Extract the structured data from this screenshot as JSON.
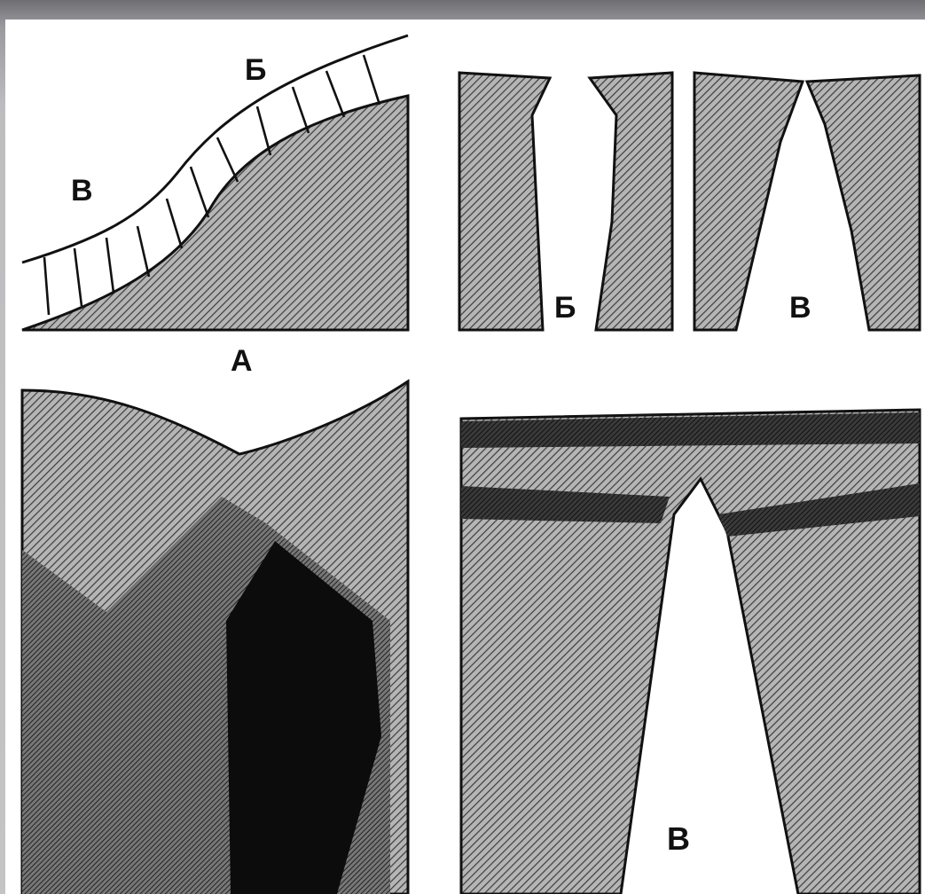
{
  "figure": {
    "panel_a": {
      "caption": "А",
      "label_b": "Б",
      "label_v": "В"
    },
    "panel_b": {
      "label": "Б"
    },
    "panel_v_small": {
      "label": "В"
    },
    "panel_v_large": {
      "label": "В"
    }
  },
  "colors": {
    "background": "#c4c4c6",
    "paper": "#ffffff",
    "hatch_light": "#8a8a8a",
    "hatch_mid": "#5a5a5a",
    "dark": "#2a2a2a",
    "black": "#0c0c0c",
    "line": "#111111"
  }
}
